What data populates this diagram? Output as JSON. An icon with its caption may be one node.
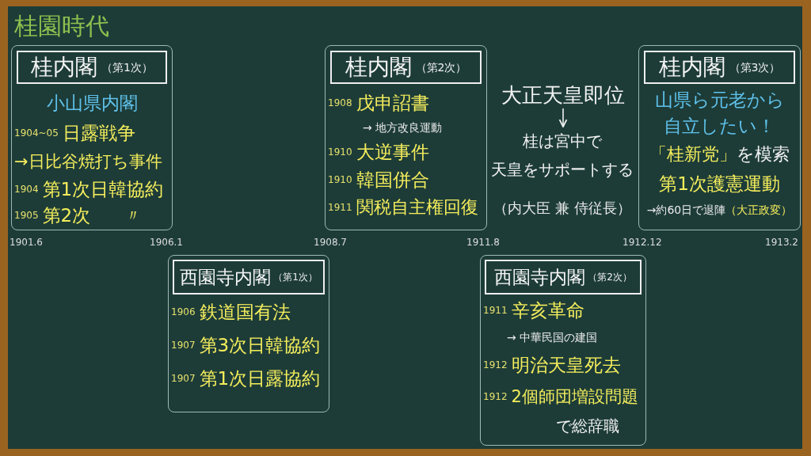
{
  "diagram": {
    "title": "桂園時代",
    "nodes": [
      {
        "text": [
          "小山県内閣",
          "1904~05",
          "日露戦争",
          "→日比谷焼打ち事件",
          "1904",
          "第1次日韓協約",
          "1905",
          "第2次",
          "〃"
        ]
      },
      {
        "text": [
          "桂内閣",
          "（第1次）"
        ],
        "in": 0
      },
      {
        "text": [
          "1908",
          "戊申詔書",
          "→ 地方改良運動",
          "1910",
          "大逆事件",
          "1910",
          "韓国併合",
          "1911",
          "関税自主権回復"
        ]
      },
      {
        "text": [
          "桂内閣",
          "（第2次）"
        ],
        "in": 2
      },
      {
        "text": [
          "大正天皇即位"
        ]
      },
      {
        "text": [
          "桂は宮中で天皇をサポートする",
          "（内大臣 兼 侍従長）"
        ]
      },
      {
        "text": [
          "山県ら元老から自立したい！",
          "「桂新党」",
          "を模索",
          "第1次護憲運動",
          "→約60日で退陣",
          "（大正政変）"
        ]
      },
      {
        "text": [
          "桂内閣",
          "（第3次）"
        ],
        "in": 6
      },
      {
        "text": [
          "1906",
          "鉄道国有法",
          "1907",
          "第3次日韓協約",
          "1907",
          "第1次日露協約"
        ]
      },
      {
        "text": [
          "西園寺内閣",
          "（第1次）"
        ],
        "in": 8
      },
      {
        "text": [
          "1911",
          "辛亥革命",
          "→ 中華民国の建国",
          "1912",
          "明治天皇死去",
          "1912",
          "2個師団増設問題",
          "で総辞職"
        ]
      },
      {
        "text": [
          "西園寺内閣",
          "（第2次）"
        ],
        "in": 10
      }
    ],
    "edges": [
      {
        "from": 4,
        "to": 5,
        "arrow": "to"
      }
    ],
    "labels": [
      "1901.6",
      "1906.1",
      "1908.7",
      "1911.8",
      "1912.12",
      "1913.2"
    ]
  }
}
